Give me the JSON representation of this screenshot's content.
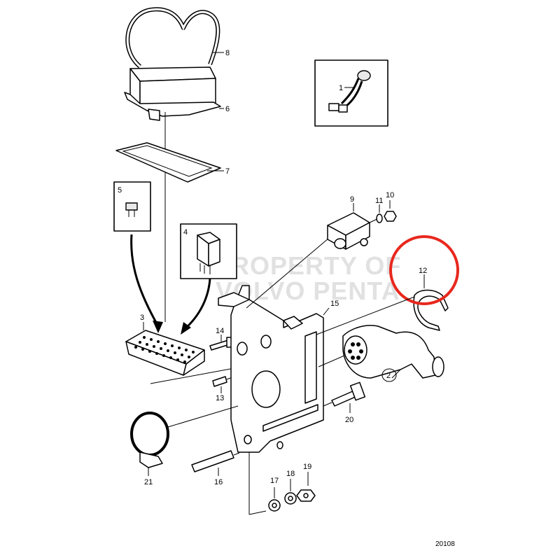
{
  "callouts": {
    "c1": "1",
    "c2": "2",
    "c3": "3",
    "c4": "4",
    "c5": "5",
    "c6": "6",
    "c7": "7",
    "c8": "8",
    "c9": "9",
    "c10": "10",
    "c11": "11",
    "c12": "12",
    "c13": "13",
    "c14": "14",
    "c15": "15",
    "c16": "16",
    "c17": "17",
    "c18": "18",
    "c19": "19",
    "c20": "20",
    "c21": "21"
  },
  "watermark": {
    "line1": "PROPERTY OF",
    "line2": "VOLVO PENTA"
  },
  "drawing_number": "20108",
  "highlight_color": "#e8281e"
}
